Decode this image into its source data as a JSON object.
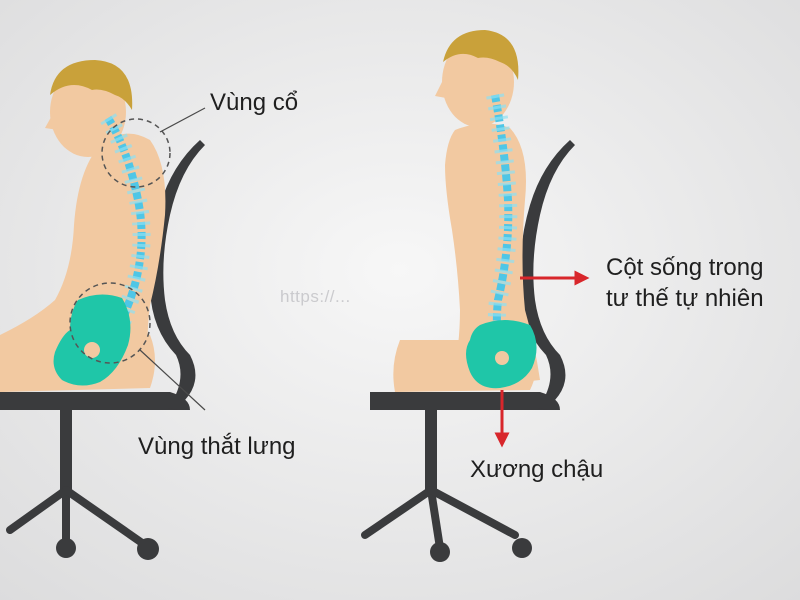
{
  "labels": {
    "neck_region": "Vùng cổ",
    "lumbar_region": "Vùng thắt lưng",
    "spine_natural_line1": "Cột sống trong",
    "spine_natural_line2": "tư thế tự nhiên",
    "pelvis": "Xương chậu"
  },
  "watermark": "https://...",
  "colors": {
    "background": "#e9eaeb",
    "skin": "#f2c9a1",
    "hair": "#c9a13a",
    "spine": "#4fc6e6",
    "pelvis": "#1fc6a8",
    "chair": "#3a3b3d",
    "arrow": "#d8262b",
    "callout_line": "#4a4a4a"
  }
}
